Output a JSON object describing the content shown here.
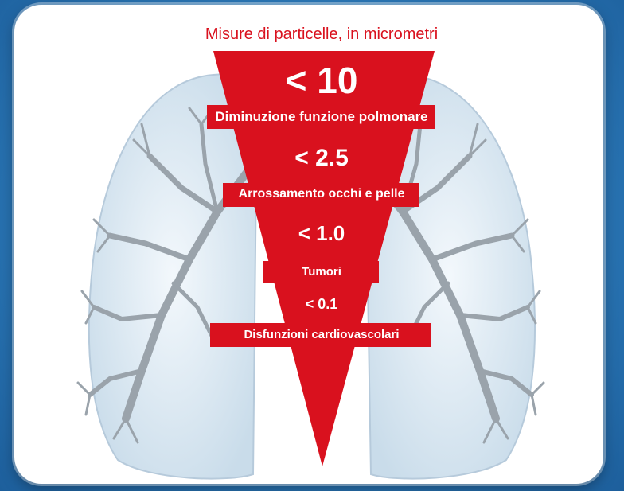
{
  "title": "Misure di particelle, in micrometri",
  "levels": [
    {
      "size": "< 10",
      "effect": "Diminuzione funzione polmonare"
    },
    {
      "size": "< 2.5",
      "effect": "Arrossamento occhi e pelle"
    },
    {
      "size": "< 1.0",
      "effect": "Tumori"
    },
    {
      "size": "< 0.1",
      "effect": "Disfunzioni cardiovascolari"
    }
  ],
  "colors": {
    "funnel": "#d9111e",
    "label_text": "#ffffff",
    "lung_fill": "#dbe8f2",
    "bronchi": "#9aa3ab",
    "background": "#2f7fbf"
  }
}
